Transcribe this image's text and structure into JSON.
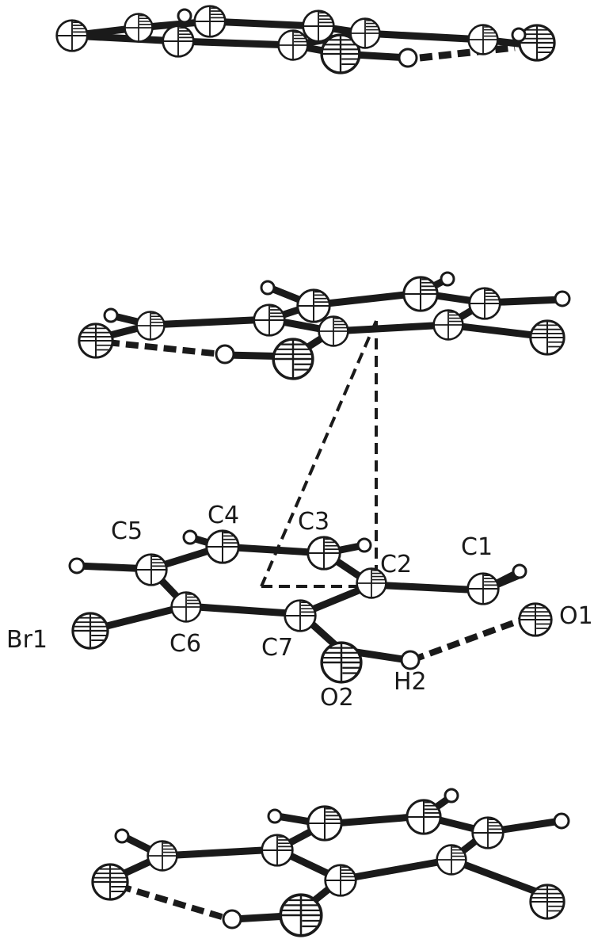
{
  "figure": {
    "type": "ORTEP crystal-packing diagram",
    "stroke_color": "#1a1a1a",
    "background": "#ffffff",
    "molecule_count": 4,
    "labels": {
      "Br1": "Br1",
      "C1": "C1",
      "C2": "C2",
      "C3": "C3",
      "C4": "C4",
      "C5": "C5",
      "C6": "C6",
      "C7": "C7",
      "O1": "O1",
      "O2": "O2",
      "H2": "H2"
    }
  }
}
